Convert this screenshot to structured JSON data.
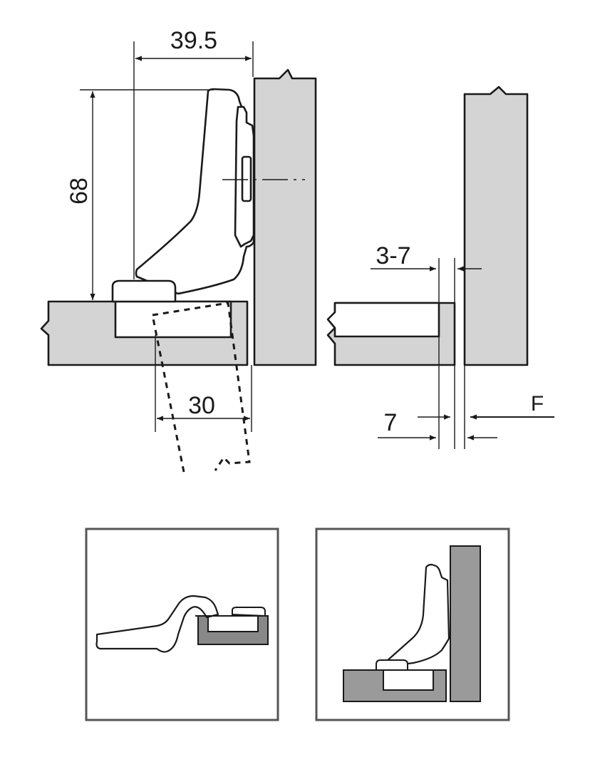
{
  "dimensions": {
    "hinge_width": "39.5",
    "hinge_height": "68",
    "cup_size": "30",
    "gap_range": "3-7",
    "offset": "7",
    "force_label": "F"
  },
  "colors": {
    "panel_fill": "#d4d4d4",
    "panel_fill_dark": "#9a9a9a",
    "line": "#1a1a1a",
    "frame": "#555555"
  },
  "insets": [
    {
      "id": "mounting-open",
      "description_icon": "hinge-open-icon"
    },
    {
      "id": "mounting-closed",
      "description_icon": "hinge-closed-icon"
    }
  ]
}
